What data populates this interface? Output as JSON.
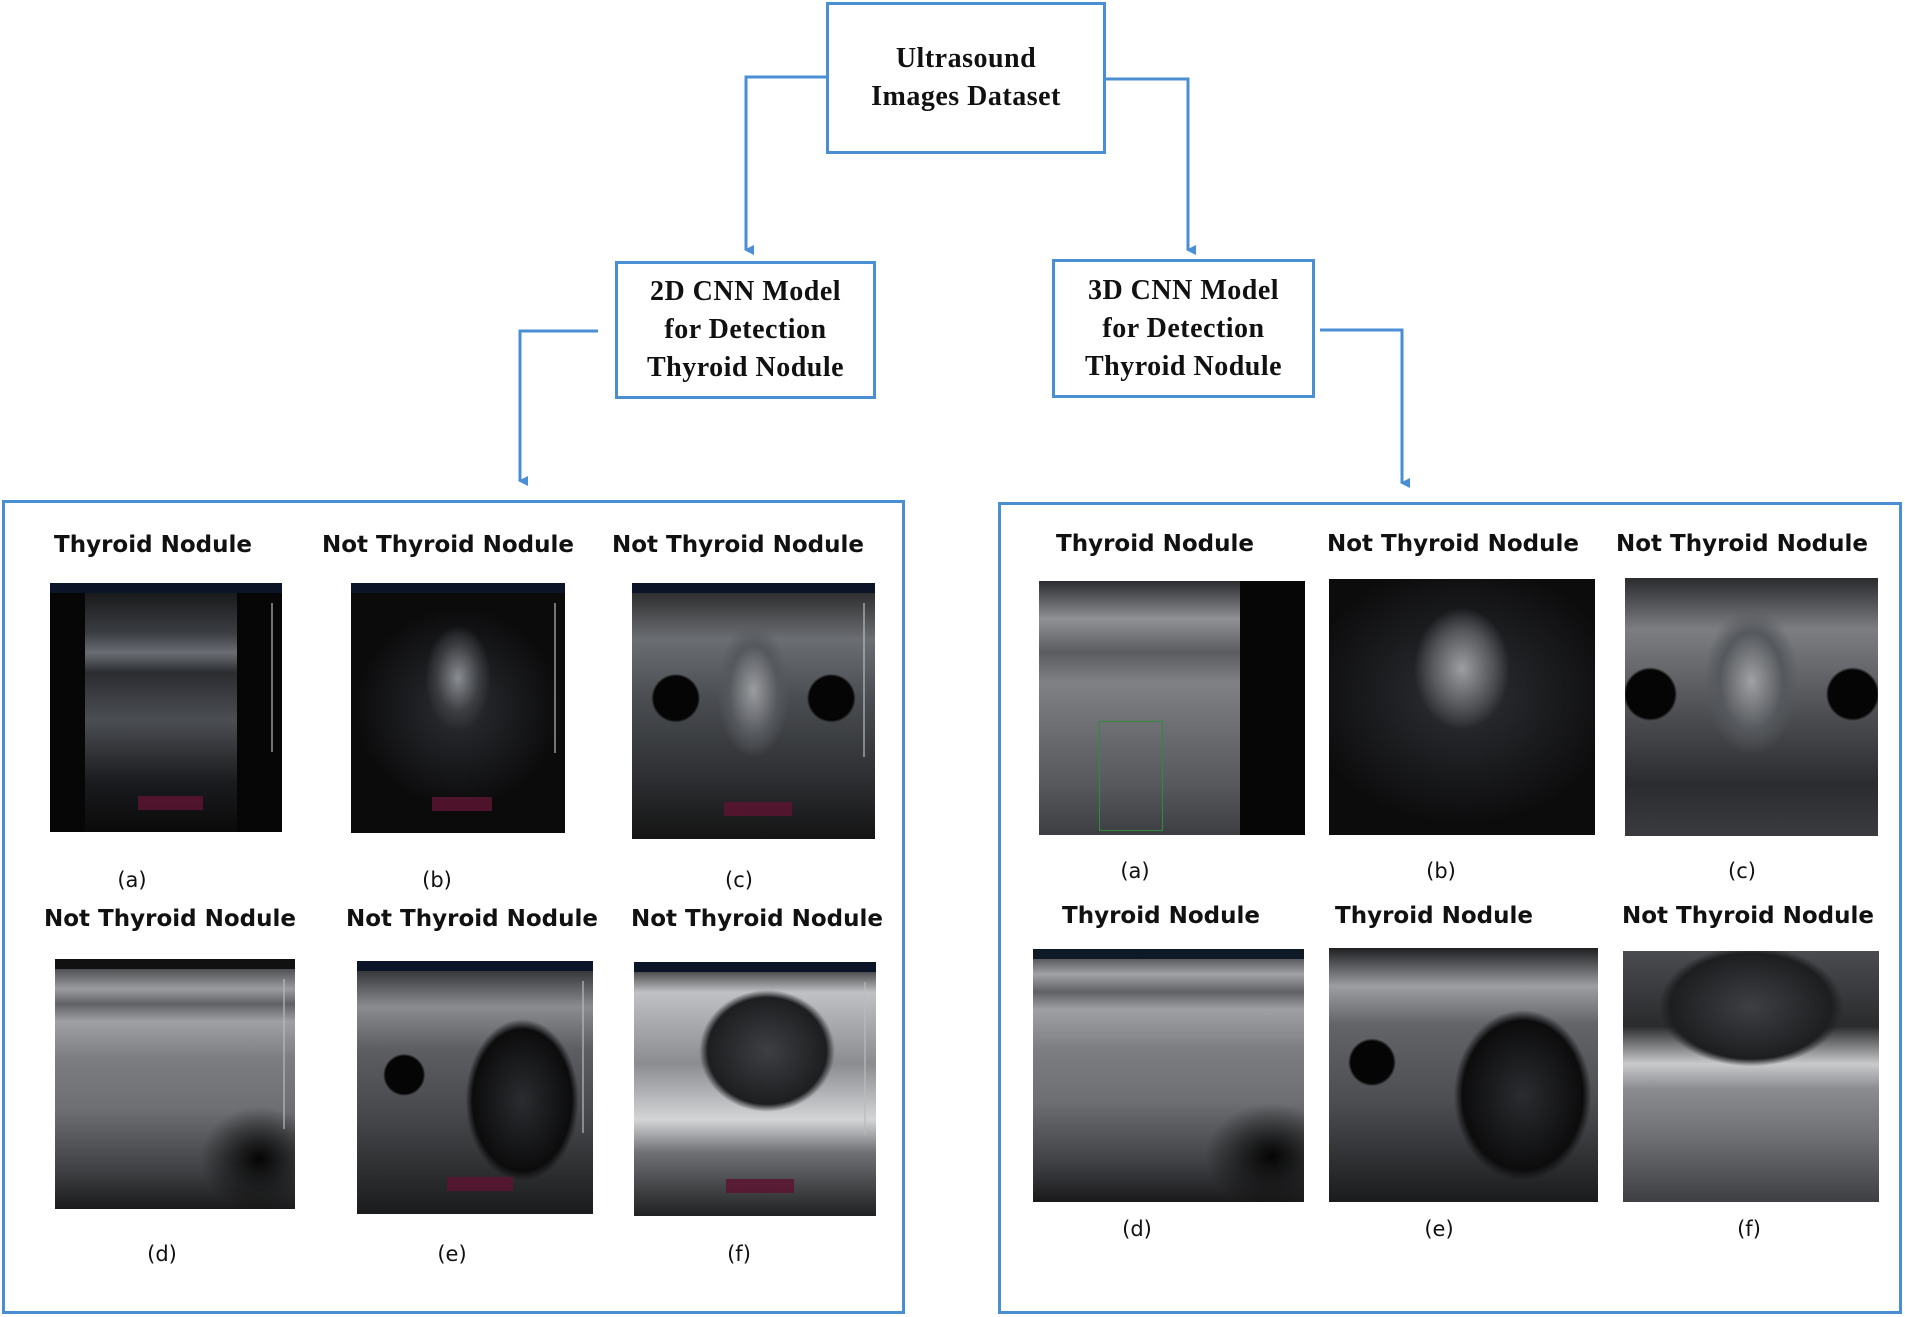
{
  "colors": {
    "line": "#4a8fd4",
    "text": "#111111"
  },
  "root": {
    "title": "Ultrasound\nImages Dataset"
  },
  "models": [
    {
      "title": "2D CNN Model\nfor Detection\nThyroid  Nodule"
    },
    {
      "title": "3D CNN Model\nfor Detection\nThyroid  Nodule"
    }
  ],
  "panels": [
    {
      "cells": [
        {
          "title": "Thyroid Nodule",
          "letter": "(a)"
        },
        {
          "title": "Not Thyroid Nodule",
          "letter": "(b)"
        },
        {
          "title": "Not Thyroid Nodule",
          "letter": "(c)"
        },
        {
          "title": "Not Thyroid Nodule",
          "letter": "(d)"
        },
        {
          "title": "Not Thyroid Nodule",
          "letter": "(e)"
        },
        {
          "title": "Not Thyroid Nodule",
          "letter": "(f)"
        }
      ]
    },
    {
      "cells": [
        {
          "title": "Thyroid Nodule",
          "letter": "(a)"
        },
        {
          "title": "Not Thyroid Nodule",
          "letter": "(b)"
        },
        {
          "title": "Not Thyroid Nodule",
          "letter": "(c)"
        },
        {
          "title": "Thyroid Nodule",
          "letter": "(d)"
        },
        {
          "title": "Thyroid Nodule",
          "letter": "(e)"
        },
        {
          "title": "Not Thyroid Nodule",
          "letter": "(f)"
        }
      ]
    }
  ]
}
